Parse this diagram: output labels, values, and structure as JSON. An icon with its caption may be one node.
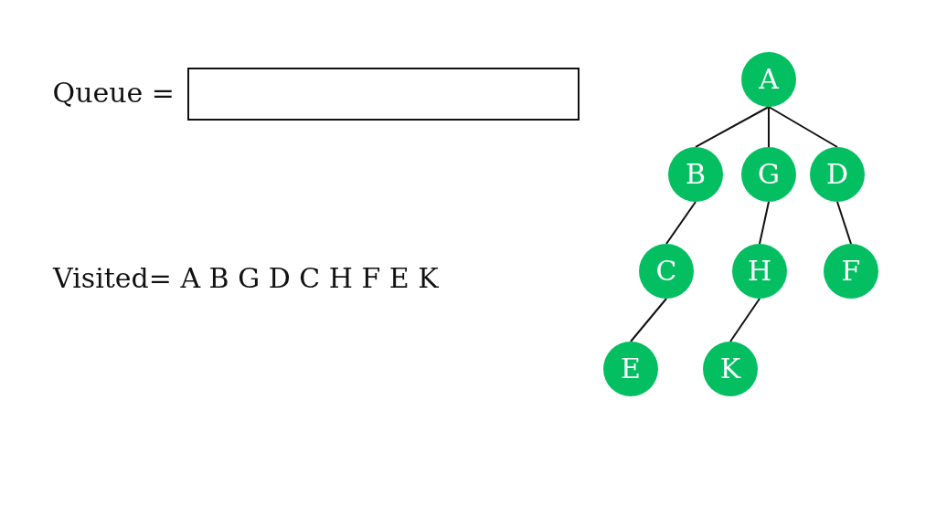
{
  "diagram": {
    "nodes": [
      {
        "text": [],
        "shape": "box",
        "beside": [
          "Queue ="
        ]
      },
      {
        "text": [
          "A"
        ]
      },
      {
        "text": [
          "B"
        ]
      },
      {
        "text": [
          "G"
        ]
      },
      {
        "text": [
          "D"
        ]
      },
      {
        "text": [
          "C"
        ]
      },
      {
        "text": [
          "H"
        ]
      },
      {
        "text": [
          "F"
        ]
      },
      {
        "text": [
          "E"
        ]
      },
      {
        "text": [
          "K"
        ]
      }
    ],
    "edges": [
      {
        "from": 1,
        "to": 2,
        "arrow": "none"
      },
      {
        "from": 1,
        "to": 3,
        "arrow": "none"
      },
      {
        "from": 1,
        "to": 4,
        "arrow": "none"
      },
      {
        "from": 2,
        "to": 5,
        "arrow": "none"
      },
      {
        "from": 3,
        "to": 6,
        "arrow": "none"
      },
      {
        "from": 4,
        "to": 7,
        "arrow": "none"
      },
      {
        "from": 5,
        "to": 8,
        "arrow": "none"
      },
      {
        "from": 6,
        "to": 9,
        "arrow": "none"
      }
    ],
    "labels": [
      "Visited= A B G D C H F E K"
    ]
  }
}
